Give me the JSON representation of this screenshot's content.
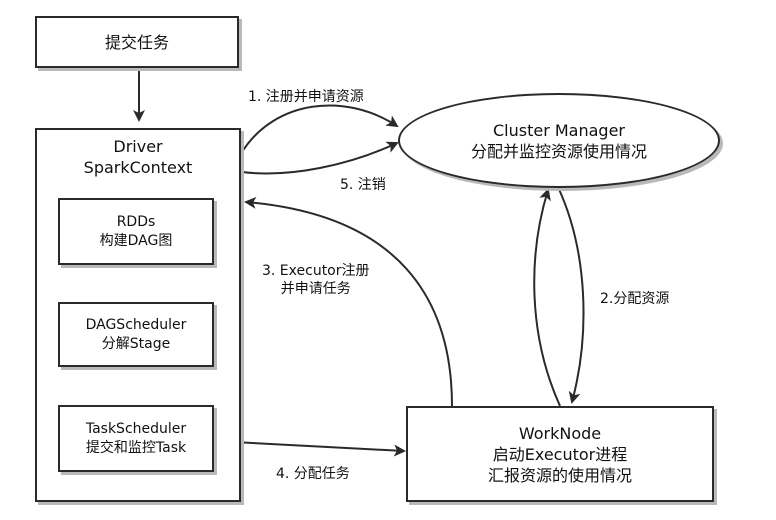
{
  "nodes": {
    "submit": {
      "text": "提交任务"
    },
    "driver": {
      "line1": "Driver",
      "line2": "SparkContext"
    },
    "rdds": {
      "line1": "RDDs",
      "line2": "构建DAG图"
    },
    "dag_scheduler": {
      "line1": "DAGScheduler",
      "line2": "分解Stage"
    },
    "task_scheduler": {
      "line1": "TaskScheduler",
      "line2": "提交和监控Task"
    },
    "cluster_manager": {
      "line1": "Cluster Manager",
      "line2": "分配并监控资源使用情况"
    },
    "worknode": {
      "line1": "WorkNode",
      "line2": "启动Executor进程",
      "line3": "汇报资源的使用情况"
    }
  },
  "edges": {
    "register": "1. 注册并申请资源",
    "allocate": "2.分配资源",
    "executor_register_1": "3. Executor注册",
    "executor_register_2": "并申请任务",
    "assign_tasks": "4. 分配任务",
    "deregister": "5. 注销"
  }
}
